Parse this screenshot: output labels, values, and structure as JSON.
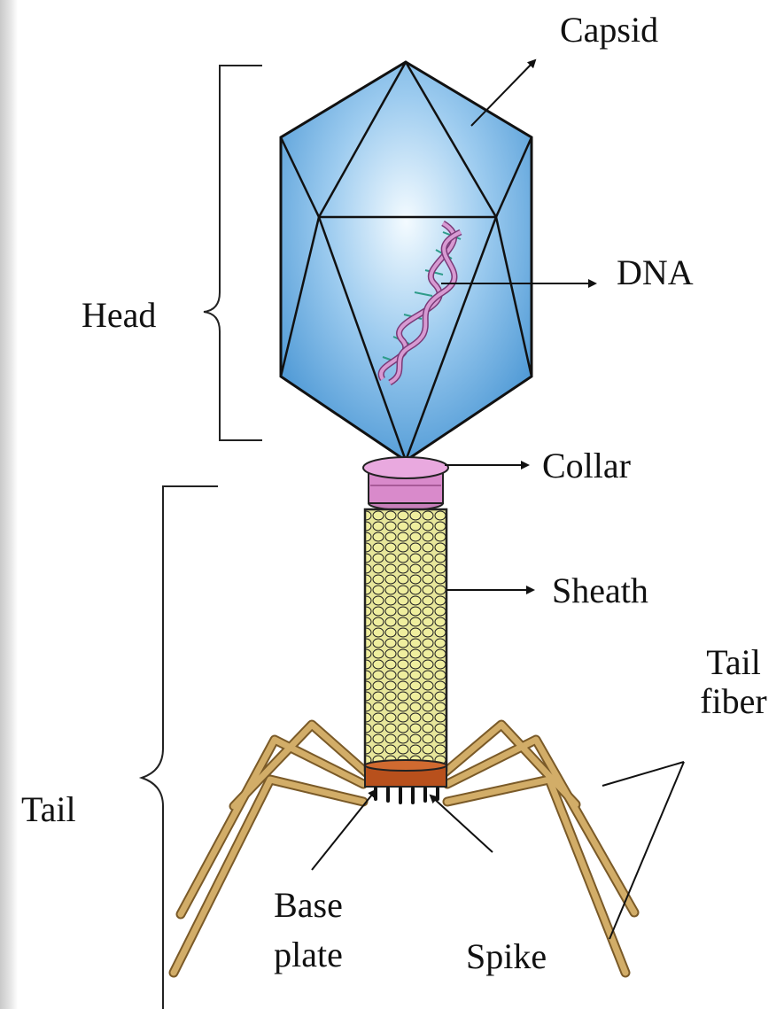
{
  "labels": {
    "capsid": "Capsid",
    "dna": "DNA",
    "head": "Head",
    "collar": "Collar",
    "sheath": "Sheath",
    "tail_fiber_line1": "Tail",
    "tail_fiber_line2": "fiber",
    "tail": "Tail",
    "base_plate_line1": "Base",
    "base_plate_line2": "plate",
    "spike": "Spike"
  },
  "colors": {
    "capsid": "#5aa6dc",
    "capsid_light": "#e8f4fd",
    "collar": "#d98acb",
    "sheath": "#e7e69a",
    "base_plate": "#b8501c",
    "tail_fiber": "#c9a05a",
    "dna_strand": "#c98ac4"
  }
}
